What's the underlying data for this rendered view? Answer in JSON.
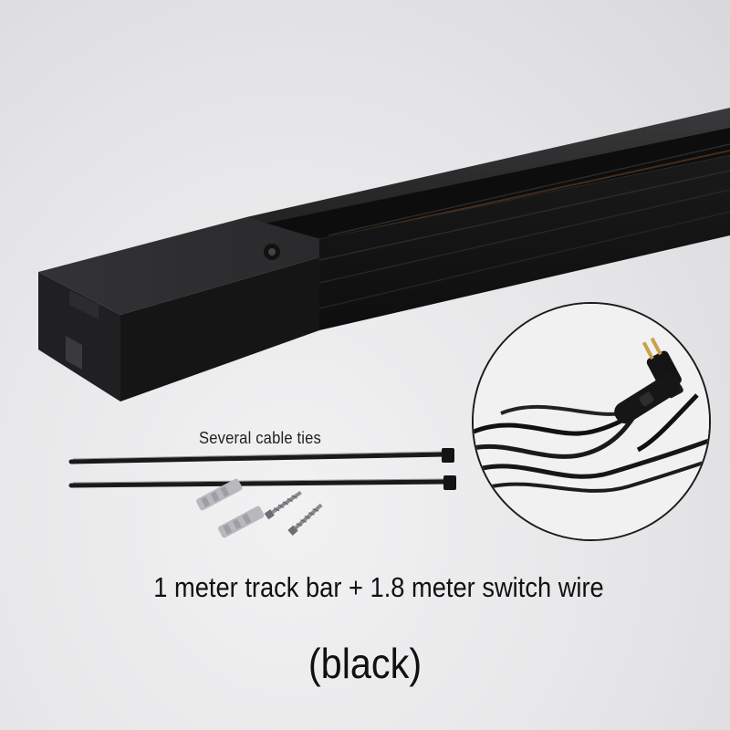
{
  "captions": {
    "ties": "Several cable ties",
    "main": "1 meter track bar + 1.8 meter switch wire",
    "color": "(black)"
  },
  "colors": {
    "rail_black": "#1c1c1d",
    "background": "#e9e9eb",
    "text": "#111111"
  },
  "icons": {
    "track": "track-bar-icon",
    "cable_tie": "cable-tie-icon",
    "anchor": "wall-anchor-icon",
    "screw": "screw-icon",
    "wire": "switch-wire-icon"
  }
}
